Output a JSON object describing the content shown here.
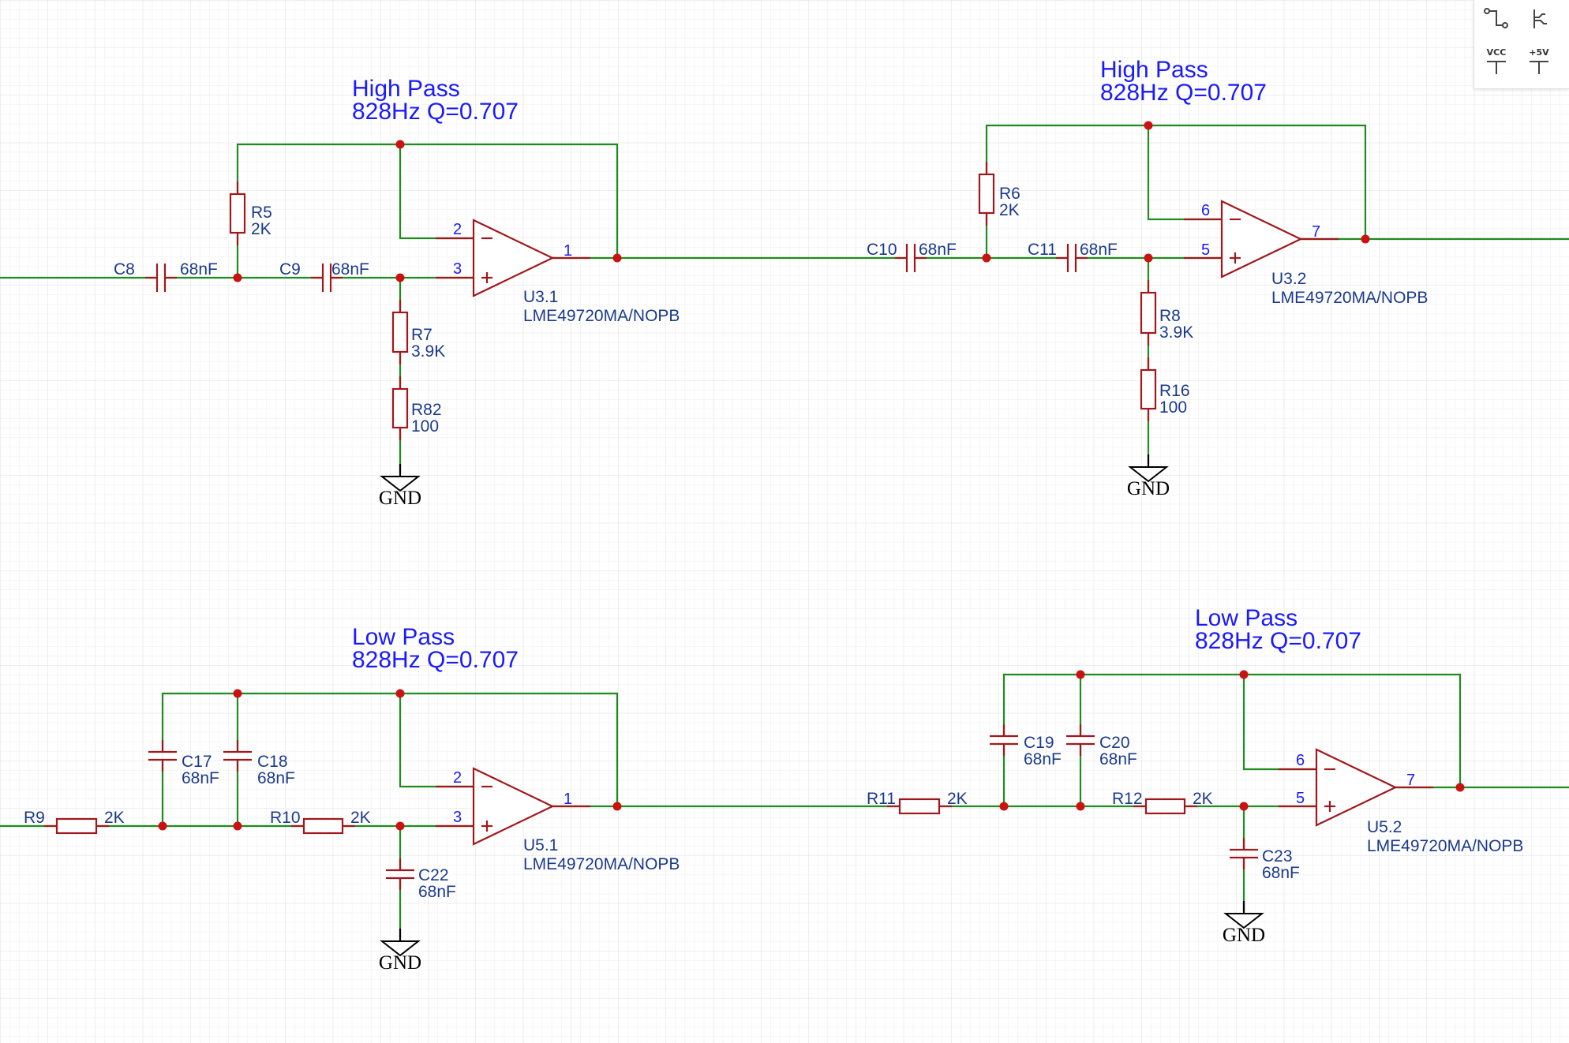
{
  "notes": {
    "hp1": {
      "line1": "High Pass",
      "line2": "828Hz Q=0.707"
    },
    "hp2": {
      "line1": "High Pass",
      "line2": "828Hz Q=0.707"
    },
    "lp1": {
      "line1": "Low Pass",
      "line2": "828Hz Q=0.707"
    },
    "lp2": {
      "line1": "Low Pass",
      "line2": "828Hz Q=0.707"
    }
  },
  "opamps": {
    "u31": {
      "ref": "U3.1",
      "part": "LME49720MA/NOPB",
      "pin_inv": "2",
      "pin_noninv": "3",
      "pin_out": "1"
    },
    "u32": {
      "ref": "U3.2",
      "part": "LME49720MA/NOPB",
      "pin_inv": "6",
      "pin_noninv": "5",
      "pin_out": "7"
    },
    "u51": {
      "ref": "U5.1",
      "part": "LME49720MA/NOPB",
      "pin_inv": "2",
      "pin_noninv": "3",
      "pin_out": "1"
    },
    "u52": {
      "ref": "U5.2",
      "part": "LME49720MA/NOPB",
      "pin_inv": "6",
      "pin_noninv": "5",
      "pin_out": "7"
    }
  },
  "resistors": {
    "r5": {
      "ref": "R5",
      "value": "2K"
    },
    "r7": {
      "ref": "R7",
      "value": "3.9K"
    },
    "r82": {
      "ref": "R82",
      "value": "100"
    },
    "r6": {
      "ref": "R6",
      "value": "2K"
    },
    "r8": {
      "ref": "R8",
      "value": "3.9K"
    },
    "r16": {
      "ref": "R16",
      "value": "100"
    },
    "r9": {
      "ref": "R9",
      "value": "2K"
    },
    "r10": {
      "ref": "R10",
      "value": "2K"
    },
    "r11": {
      "ref": "R11",
      "value": "2K"
    },
    "r12": {
      "ref": "R12",
      "value": "2K"
    }
  },
  "capacitors": {
    "c8": {
      "ref": "C8",
      "value": "68nF"
    },
    "c9": {
      "ref": "C9",
      "value": "68nF"
    },
    "c10": {
      "ref": "C10",
      "value": "68nF"
    },
    "c11": {
      "ref": "C11",
      "value": "68nF"
    },
    "c17": {
      "ref": "C17",
      "value": "68nF"
    },
    "c18": {
      "ref": "C18",
      "value": "68nF"
    },
    "c22": {
      "ref": "C22",
      "value": "68nF"
    },
    "c19": {
      "ref": "C19",
      "value": "68nF"
    },
    "c20": {
      "ref": "C20",
      "value": "68nF"
    },
    "c23": {
      "ref": "C23",
      "value": "68nF"
    }
  },
  "grounds": {
    "g1": "GND",
    "g2": "GND",
    "g3": "GND",
    "g4": "GND"
  },
  "palette": {
    "vcc_label": "VCC",
    "p5v_label": "+5V"
  }
}
